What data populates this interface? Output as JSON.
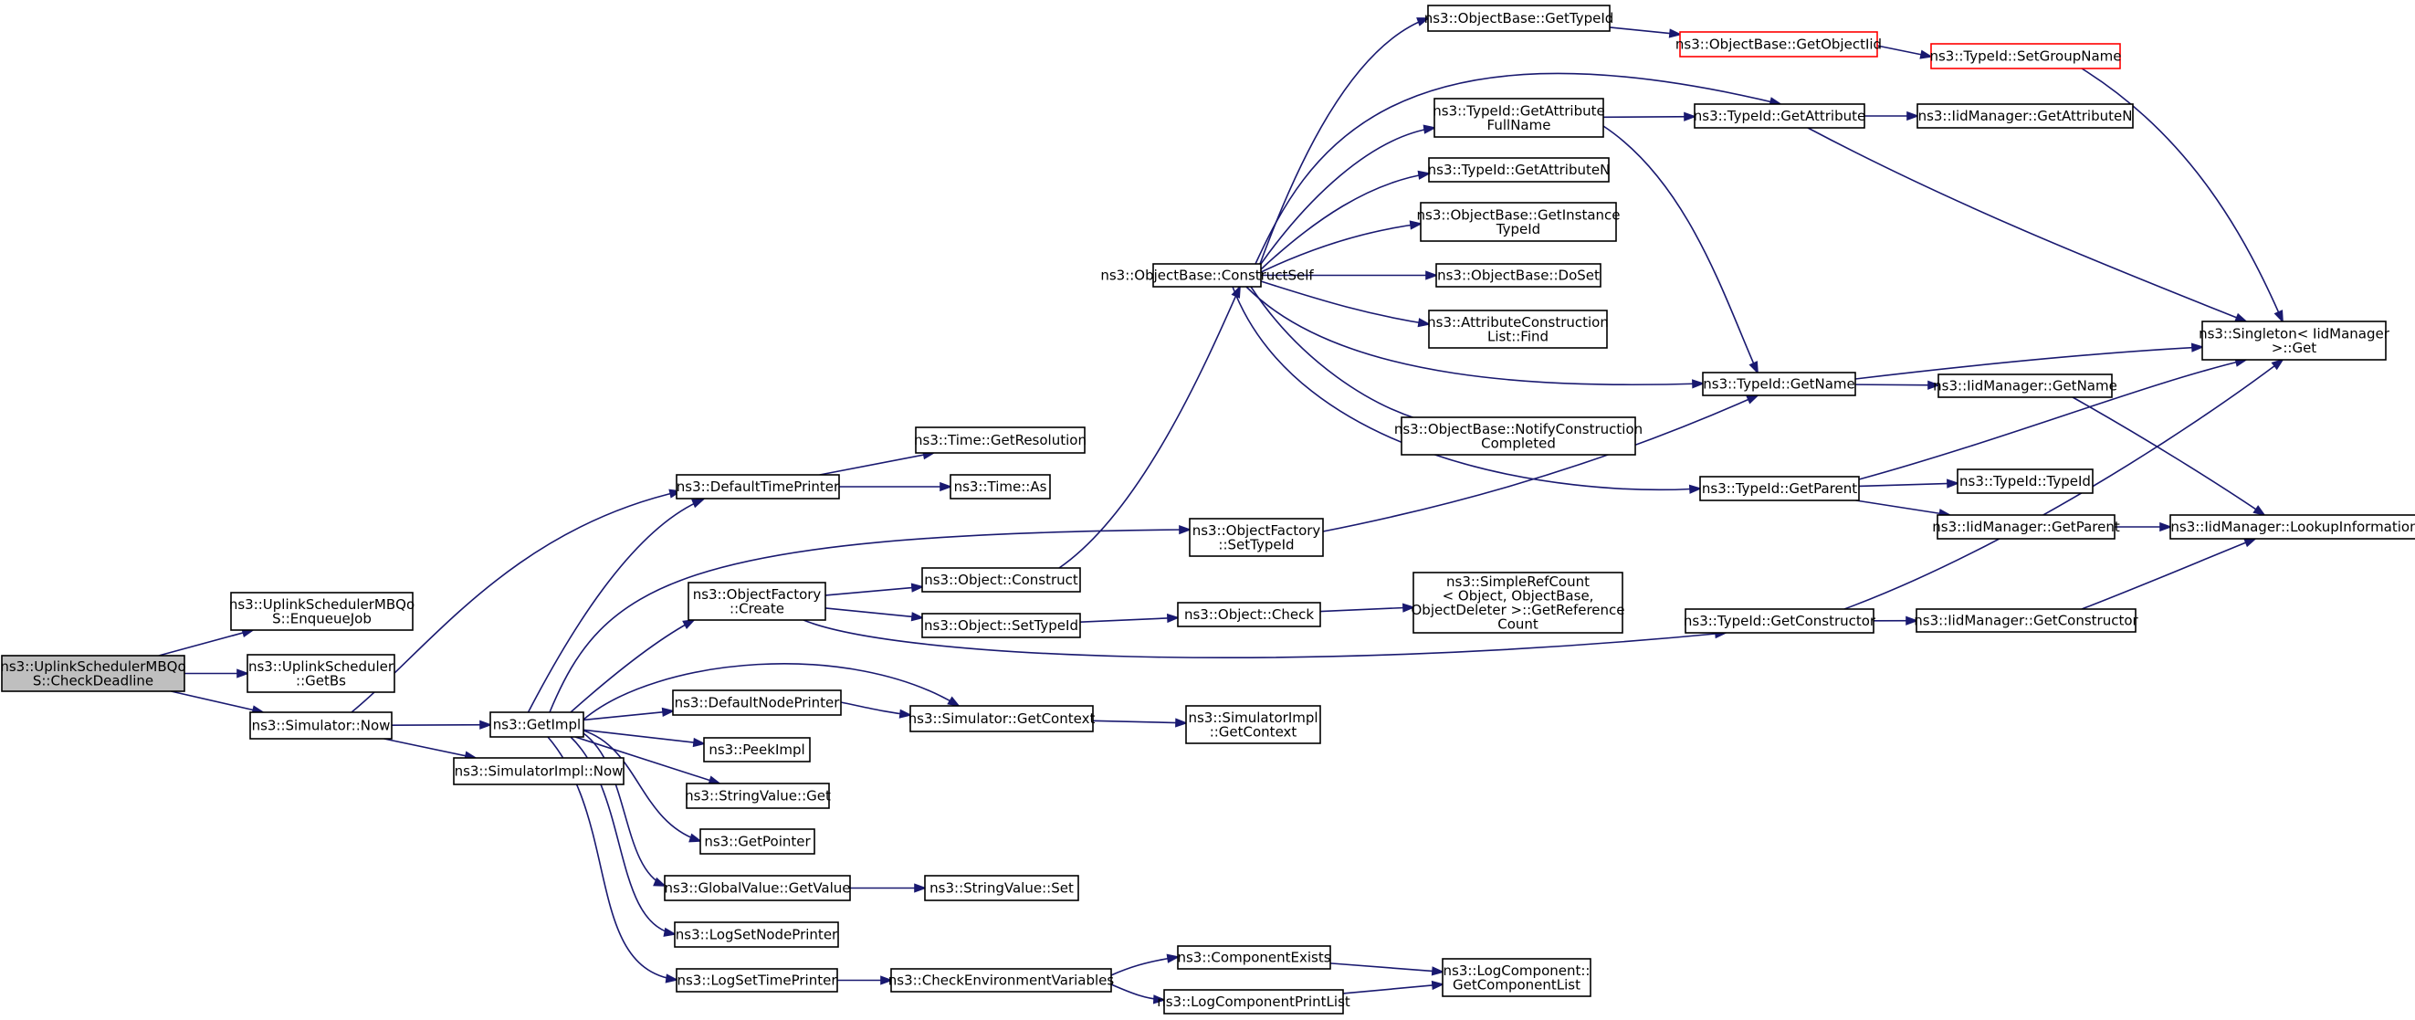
{
  "colors": {
    "edge": "#191970",
    "root_fill": "#bfbfbf",
    "truncated_border": "#ff0000"
  },
  "nodes": [
    {
      "id": "n0",
      "lines": [
        "ns3::UplinkSchedulerMBQo",
        "S::CheckDeadline"
      ],
      "root": true
    },
    {
      "id": "n1",
      "lines": [
        "ns3::UplinkSchedulerMBQo",
        "S::EnqueueJob"
      ]
    },
    {
      "id": "n2",
      "lines": [
        "ns3::UplinkScheduler",
        "::GetBs"
      ]
    },
    {
      "id": "n3",
      "lines": [
        "ns3::Simulator::Now"
      ]
    },
    {
      "id": "n4",
      "lines": [
        "ns3::DefaultTimePrinter"
      ]
    },
    {
      "id": "n5",
      "lines": [
        "ns3::GetImpl"
      ]
    },
    {
      "id": "n6",
      "lines": [
        "ns3::SimulatorImpl::Now"
      ]
    },
    {
      "id": "n7",
      "lines": [
        "ns3::Time::GetResolution"
      ]
    },
    {
      "id": "n8",
      "lines": [
        "ns3::Time::As"
      ]
    },
    {
      "id": "n9",
      "lines": [
        "ns3::ObjectFactory",
        "::Create"
      ]
    },
    {
      "id": "n10",
      "lines": [
        "ns3::DefaultNodePrinter"
      ]
    },
    {
      "id": "n11",
      "lines": [
        "ns3::PeekImpl"
      ]
    },
    {
      "id": "n12",
      "lines": [
        "ns3::StringValue::Get"
      ]
    },
    {
      "id": "n13",
      "lines": [
        "ns3::GetPointer"
      ]
    },
    {
      "id": "n14",
      "lines": [
        "ns3::GlobalValue::GetValue"
      ]
    },
    {
      "id": "n15",
      "lines": [
        "ns3::LogSetNodePrinter"
      ]
    },
    {
      "id": "n16",
      "lines": [
        "ns3::LogSetTimePrinter"
      ]
    },
    {
      "id": "n17",
      "lines": [
        "ns3::ObjectFactory",
        "::SetTypeId"
      ]
    },
    {
      "id": "n18",
      "lines": [
        "ns3::Object::Construct"
      ]
    },
    {
      "id": "n19",
      "lines": [
        "ns3::Object::SetTypeId"
      ]
    },
    {
      "id": "n20",
      "lines": [
        "ns3::Simulator::GetContext"
      ]
    },
    {
      "id": "n21",
      "lines": [
        "ns3::StringValue::Set"
      ]
    },
    {
      "id": "n22",
      "lines": [
        "ns3::CheckEnvironmentVariables"
      ]
    },
    {
      "id": "n23",
      "lines": [
        "ns3::ObjectBase::ConstructSelf"
      ]
    },
    {
      "id": "n24",
      "lines": [
        "ns3::Object::Check"
      ]
    },
    {
      "id": "n25",
      "lines": [
        "ns3::SimulatorImpl",
        "::GetContext"
      ]
    },
    {
      "id": "n26",
      "lines": [
        "ns3::ComponentExists"
      ]
    },
    {
      "id": "n27",
      "lines": [
        "ns3::LogComponentPrintList"
      ]
    },
    {
      "id": "n28",
      "lines": [
        "ns3::ObjectBase::GetTypeId"
      ]
    },
    {
      "id": "n29",
      "lines": [
        "ns3::TypeId::GetAttribute",
        "FullName"
      ]
    },
    {
      "id": "n30",
      "lines": [
        "ns3::TypeId::GetAttributeN"
      ]
    },
    {
      "id": "n31",
      "lines": [
        "ns3::ObjectBase::GetInstance",
        "TypeId"
      ]
    },
    {
      "id": "n32",
      "lines": [
        "ns3::ObjectBase::DoSet"
      ]
    },
    {
      "id": "n33",
      "lines": [
        "ns3::AttributeConstruction",
        "List::Find"
      ]
    },
    {
      "id": "n34",
      "lines": [
        "ns3::ObjectBase::NotifyConstruction",
        "Completed"
      ]
    },
    {
      "id": "n35",
      "lines": [
        "ns3::SimpleRefCount",
        "< Object, ObjectBase,",
        " ObjectDeleter >::GetReference",
        "Count"
      ]
    },
    {
      "id": "n36",
      "lines": [
        "ns3::LogComponent::",
        "GetComponentList"
      ]
    },
    {
      "id": "n37",
      "lines": [
        "ns3::ObjectBase::GetObjectIid"
      ],
      "truncated": true
    },
    {
      "id": "n38",
      "lines": [
        "ns3::TypeId::GetAttribute"
      ]
    },
    {
      "id": "n39",
      "lines": [
        "ns3::TypeId::GetName"
      ]
    },
    {
      "id": "n40",
      "lines": [
        "ns3::TypeId::GetParent"
      ]
    },
    {
      "id": "n41",
      "lines": [
        "ns3::TypeId::GetConstructor"
      ]
    },
    {
      "id": "n42",
      "lines": [
        "ns3::TypeId::SetGroupName"
      ],
      "truncated": true
    },
    {
      "id": "n43",
      "lines": [
        "ns3::IidManager::GetAttributeN"
      ]
    },
    {
      "id": "n44",
      "lines": [
        "ns3::IidManager::GetName"
      ]
    },
    {
      "id": "n45",
      "lines": [
        "ns3::TypeId::TypeId"
      ]
    },
    {
      "id": "n46",
      "lines": [
        "ns3::IidManager::GetParent"
      ]
    },
    {
      "id": "n47",
      "lines": [
        "ns3::IidManager::GetConstructor"
      ]
    },
    {
      "id": "n48",
      "lines": [
        "ns3::Singleton< IidManager",
        " >::Get"
      ]
    },
    {
      "id": "n49",
      "lines": [
        "ns3::IidManager::LookupInformation"
      ]
    }
  ],
  "edges": [
    [
      "n0",
      "n1"
    ],
    [
      "n0",
      "n2"
    ],
    [
      "n0",
      "n3"
    ],
    [
      "n3",
      "n4"
    ],
    [
      "n3",
      "n5"
    ],
    [
      "n3",
      "n6"
    ],
    [
      "n4",
      "n7"
    ],
    [
      "n4",
      "n8"
    ],
    [
      "n5",
      "n4"
    ],
    [
      "n5",
      "n9"
    ],
    [
      "n5",
      "n10"
    ],
    [
      "n5",
      "n11"
    ],
    [
      "n5",
      "n12"
    ],
    [
      "n5",
      "n13"
    ],
    [
      "n5",
      "n14"
    ],
    [
      "n5",
      "n15"
    ],
    [
      "n5",
      "n16"
    ],
    [
      "n5",
      "n17"
    ],
    [
      "n5",
      "n20"
    ],
    [
      "n9",
      "n18"
    ],
    [
      "n9",
      "n19"
    ],
    [
      "n9",
      "n41"
    ],
    [
      "n10",
      "n20"
    ],
    [
      "n14",
      "n21"
    ],
    [
      "n16",
      "n22"
    ],
    [
      "n17",
      "n39"
    ],
    [
      "n18",
      "n23"
    ],
    [
      "n19",
      "n24"
    ],
    [
      "n20",
      "n25"
    ],
    [
      "n22",
      "n26"
    ],
    [
      "n22",
      "n27"
    ],
    [
      "n24",
      "n35"
    ],
    [
      "n26",
      "n36"
    ],
    [
      "n27",
      "n36"
    ],
    [
      "n23",
      "n28"
    ],
    [
      "n23",
      "n29"
    ],
    [
      "n23",
      "n30"
    ],
    [
      "n23",
      "n31"
    ],
    [
      "n23",
      "n32"
    ],
    [
      "n23",
      "n33"
    ],
    [
      "n23",
      "n34"
    ],
    [
      "n23",
      "n38"
    ],
    [
      "n23",
      "n39"
    ],
    [
      "n23",
      "n40"
    ],
    [
      "n28",
      "n37"
    ],
    [
      "n37",
      "n42"
    ],
    [
      "n42",
      "n48"
    ],
    [
      "n29",
      "n38"
    ],
    [
      "n29",
      "n39"
    ],
    [
      "n38",
      "n43"
    ],
    [
      "n38",
      "n48"
    ],
    [
      "n39",
      "n48"
    ],
    [
      "n39",
      "n44"
    ],
    [
      "n40",
      "n45"
    ],
    [
      "n40",
      "n46"
    ],
    [
      "n40",
      "n48"
    ],
    [
      "n41",
      "n47"
    ],
    [
      "n41",
      "n48"
    ],
    [
      "n44",
      "n49"
    ],
    [
      "n46",
      "n49"
    ],
    [
      "n47",
      "n49"
    ]
  ]
}
